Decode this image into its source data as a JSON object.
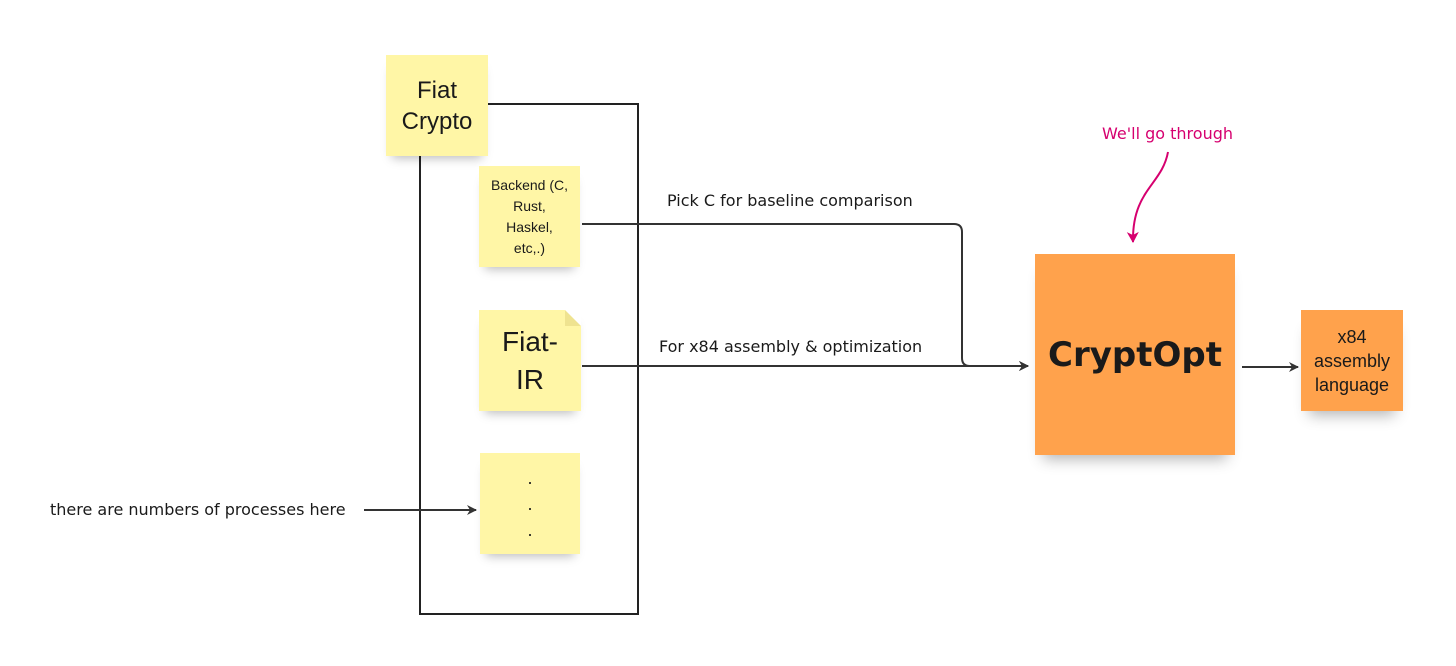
{
  "notes": {
    "fiat_crypto": {
      "line1": "Fiat",
      "line2": "Crypto"
    },
    "backend": {
      "line1": "Backend (C,",
      "line2": "Rust,",
      "line3": "Haskel,",
      "line4": "etc,.)"
    },
    "fiat_ir": {
      "line1": "Fiat-",
      "line2": "IR"
    },
    "more": {
      "dot1": ".",
      "dot2": ".",
      "dot3": "."
    },
    "cryptopt": {
      "label": "CryptOpt"
    },
    "x84_output": {
      "line1": "x84",
      "line2": "assembly",
      "line3": "language"
    }
  },
  "annotations": {
    "baseline": "Pick C for baseline comparison",
    "assembly": "For x84 assembly & optimization",
    "processes": "there are numbers of processes here",
    "go_through": "We'll go through"
  },
  "colors": {
    "yellow_note": "#fff6a6",
    "orange_note": "#ffa24c",
    "connector": "#333333",
    "accent": "#d6006f"
  }
}
